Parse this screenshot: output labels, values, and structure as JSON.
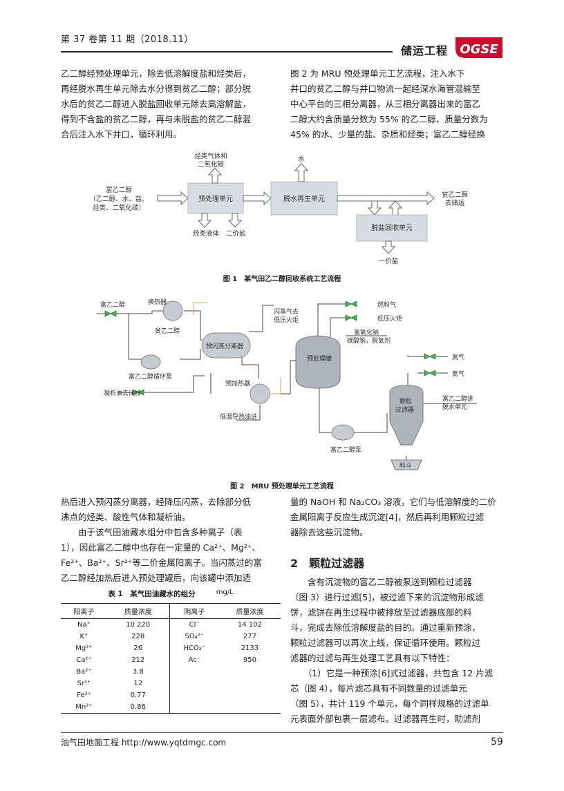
{
  "header": {
    "issue": "第 37 卷第 11 期（2018.11）",
    "brand": "储运工程",
    "logo": "OGSE"
  },
  "col1_top": [
    "乙二醇经预处理单元，除去低溶解度盐和烃类后，",
    "再经脱水再生单元除去水分得到贫乙二醇；部分脱",
    "水后的贫乙二醇进入脱盐回收单元除去高溶解盐，",
    "得到不含盐的贫乙二醇，再与未脱盐的贫乙二醇混",
    "合后注入水下井口，循环利用。"
  ],
  "col2_top": [
    "图 2 为 MRU 预处理单元工艺流程，注入水下",
    "井口的贫乙二醇与井口物流一起经深水海管混输至",
    "中心平台的三相分离器，从三相分离器出来的富乙",
    "二醇大约含质量分数为 55% 的乙二醇、质量分数为",
    "45% 的水、少量的盐、杂质和烃类；富乙二醇经换"
  ],
  "fig1": {
    "caption": "图 1　某气田乙二醇回收系统工艺流程",
    "rich_label_1": "富乙二醇",
    "rich_label_2": "（乙二醇、水、盐、",
    "rich_label_3": "烃类、二氧化碳）",
    "gas_label_1": "烃类气体和",
    "gas_label_2": "二氧化碳",
    "pre_unit": "预处理单元",
    "hc_liquid": "烃类液体",
    "divalent": "二价盐",
    "water": "水",
    "dehydration": "脱水再生单元",
    "lean_1": "贫乙二醇",
    "lean_2": "去储运",
    "desalt": "脱盐回收单元",
    "monovalent": "一价盐"
  },
  "fig2": {
    "caption": "图 2　MRU 预处理单元工艺流程",
    "rich_in": "富乙二醇",
    "hx": "换热器",
    "lean": "贫乙二醇",
    "flash_sep": "预闪蒸分离器",
    "pump_circ": "富乙二醇循环泵",
    "condensate": "凝析油去闭排",
    "preheater": "预加热器",
    "low_temp_oil": "低温导热油进",
    "flash_gas_1": "闪蒸气去",
    "flash_gas_2": "低压火炬",
    "fuel_gas": "燃料气",
    "lp_flare": "低压火炬",
    "chem_1": "氢氧化钠",
    "chem_2": "碳酸钠，脱氧剂",
    "pre_tank": "预处理罐",
    "nitrogen_1": "氮气",
    "nitrogen_2": "氮气",
    "pump_rich": "富乙二醇泵",
    "filter_1": "颗粒",
    "filter_2": "过滤器",
    "out_1": "富乙二醇进",
    "out_2": "脱水单元",
    "hopper": "料斗"
  },
  "col1_mid": [
    "热后进入预闪蒸分离器，经降压闪蒸，去除部分低",
    "沸点的烃类、酸性气体和凝析油。",
    "　　由于该气田油藏水组分中包含多种离子（表",
    "1），因此富乙二醇中也存在一定量的 Ca²⁺、Mg²⁺、",
    "Fe²⁺、Ba²⁺、Sr²⁺等二价金属阳离子。当闪蒸过的富",
    "乙二醇经加热后进入预处理罐后，向该罐中添加适"
  ],
  "table1": {
    "title": "表 1　某气田油藏水的组分",
    "unit": "mg/L",
    "headers": [
      "阳离子",
      "质量浓度",
      "阴离子",
      "质量浓度"
    ],
    "rows": [
      [
        "Na⁺",
        "10 220",
        "Cl⁻",
        "14 102"
      ],
      [
        "K⁺",
        "228",
        "SO₄²⁻",
        "277"
      ],
      [
        "Mg²⁺",
        "26",
        "HCO₃⁻",
        "2133"
      ],
      [
        "Ca²⁺",
        "212",
        "Ac⁻",
        "950"
      ],
      [
        "Ba²⁺",
        "3.8",
        "",
        ""
      ],
      [
        "Sr²⁺",
        "12",
        "",
        ""
      ],
      [
        "Fe²⁺",
        "0.77",
        "",
        ""
      ],
      [
        "Mn²⁺",
        "0.86",
        "",
        ""
      ]
    ]
  },
  "col2_mid": [
    "量的 NaOH 和 Na₂CO₃ 溶液，它们与低溶解度的二价",
    "金属阳离子反应生成沉淀[4]，然后再利用颗粒过滤",
    "器除去这些沉淀物。"
  ],
  "section2": {
    "heading": "2　颗粒过滤器"
  },
  "col2_sec": [
    "　　含有沉淀物的富乙二醇被泵送到颗粒过滤器",
    "（图 3）进行过滤[5]，被过滤下来的沉淀物形成滤",
    "饼，滤饼在再生过程中被排放至过滤器底部的料",
    "斗，完成去除低溶解度盐的目的。通过重新预涂，",
    "颗粒过滤器可以再次上线，保证循环使用。颗粒过",
    "滤器的过滤与再生处理工艺具有以下特性：",
    "　　（1）它是一种预涂[6]式过滤器，共包含 12 片滤",
    "芯（图 4），每片滤芯具有不同数量的过滤单元",
    "（图 5），共计 119 个单元，每个同样规格的过滤单",
    "元表面外部包裹一层滤布。过滤器再生时，助滤剂"
  ],
  "footer": {
    "journal": "油气田地面工程 http://www.yqtdmgc.com",
    "page": "59"
  }
}
